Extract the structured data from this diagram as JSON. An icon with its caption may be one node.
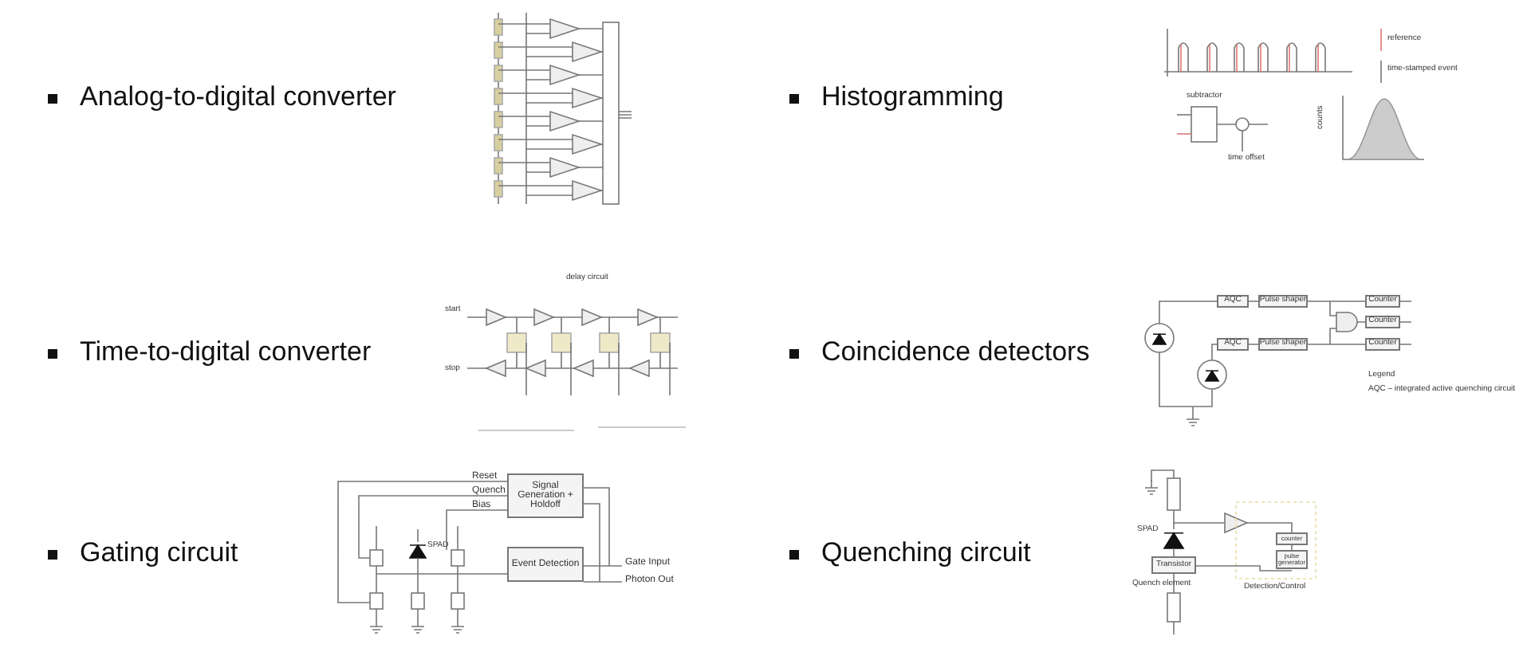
{
  "diagram": {
    "labels": [
      "Analog-to-digital converter",
      "Histogramming",
      "reference",
      "time-stamped event",
      "subtractor",
      "time offset",
      "counts",
      "Time-to-digital converter",
      "start",
      "stop",
      "delay circuit",
      "Coincidence detectors",
      "AQC",
      "Pulse shaper",
      "AQC",
      "Pulse shaper",
      "Counter",
      "Counter",
      "Counter",
      "Legend",
      "AQC – integrated active quenching circuit",
      "Gating circuit",
      "Reset",
      "Quench",
      "Bias",
      "Signal Generation + Holdoff",
      "SPAD",
      "Event Detection",
      "Gate Input",
      "Photon Out",
      "Quenching circuit",
      "SPAD",
      "counter",
      "pulse generator",
      "Transistor",
      "Quench element",
      "Detection/Control"
    ]
  }
}
